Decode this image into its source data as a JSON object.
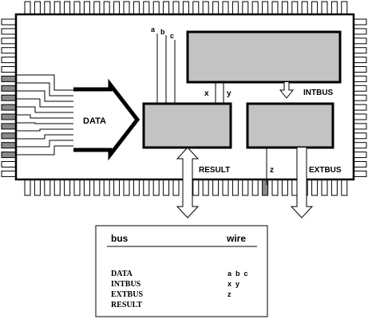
{
  "chip": {
    "data_label": "DATA",
    "intbus_label": "INTBUS",
    "result_label": "RESULT",
    "extbus_label": "EXTBUS",
    "wire_a": "a",
    "wire_b": "b",
    "wire_c": "c",
    "wire_x": "x",
    "wire_y": "y",
    "wire_z": "z"
  },
  "table": {
    "header_bus": "bus",
    "header_wire": "wire",
    "rows": [
      {
        "bus": "DATA",
        "wire": "a  b  c"
      },
      {
        "bus": "INTBUS",
        "wire": "x  y"
      },
      {
        "bus": "EXTBUS",
        "wire": "z"
      },
      {
        "bus": "RESULT",
        "wire": ""
      }
    ]
  },
  "colors": {
    "block_fill": "#c3c3c3",
    "highlight_pin": "#8a8a8a",
    "stroke": "#000000"
  }
}
